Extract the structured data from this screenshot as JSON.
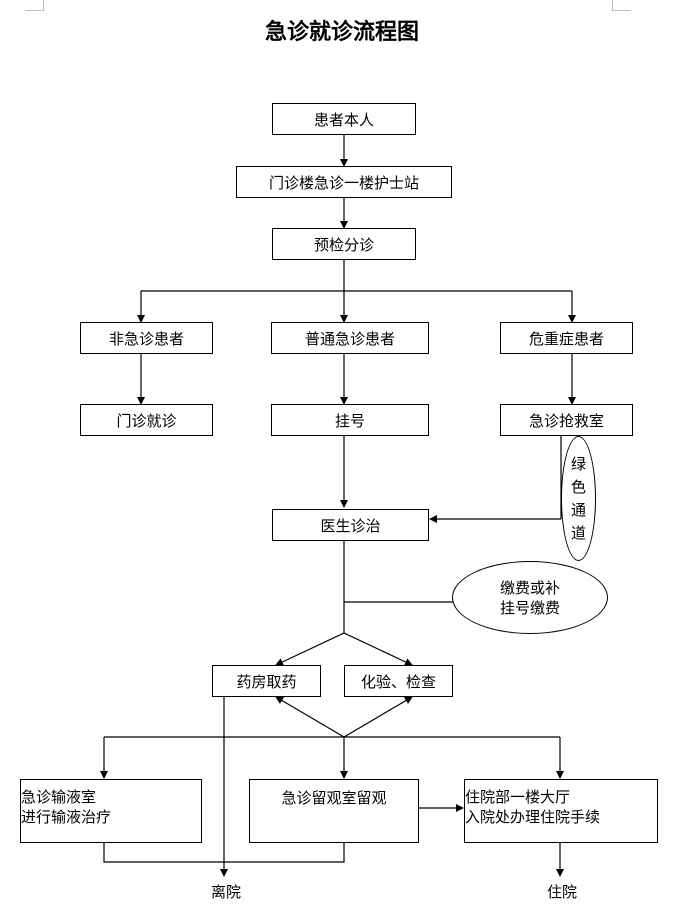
{
  "title": "急诊就诊流程图",
  "nodes": {
    "patient": "患者本人",
    "nurse_station": "门诊楼急诊一楼护士站",
    "triage": "预检分诊",
    "non_emergency": "非急诊患者",
    "general_emergency": "普通急诊患者",
    "critical": "危重症患者",
    "outpatient": "门诊就诊",
    "register": "挂号",
    "rescue_room": "急诊抢救室",
    "doctor": "医生诊治",
    "payment_line1": "缴费或补",
    "payment_line2": "挂号缴费",
    "green_channel": [
      "绿",
      "色",
      "通",
      "道"
    ],
    "pharmacy": "药房取药",
    "lab": "化验、检查",
    "infusion_line1": "急诊输液室",
    "infusion_line2": "进行输液治疗",
    "observation": "急诊留观室留观",
    "inpatient_line1": "住院部一楼大厅",
    "inpatient_line2": "入院处办理住院手续",
    "discharge": "离院",
    "hospitalized": "住院"
  }
}
